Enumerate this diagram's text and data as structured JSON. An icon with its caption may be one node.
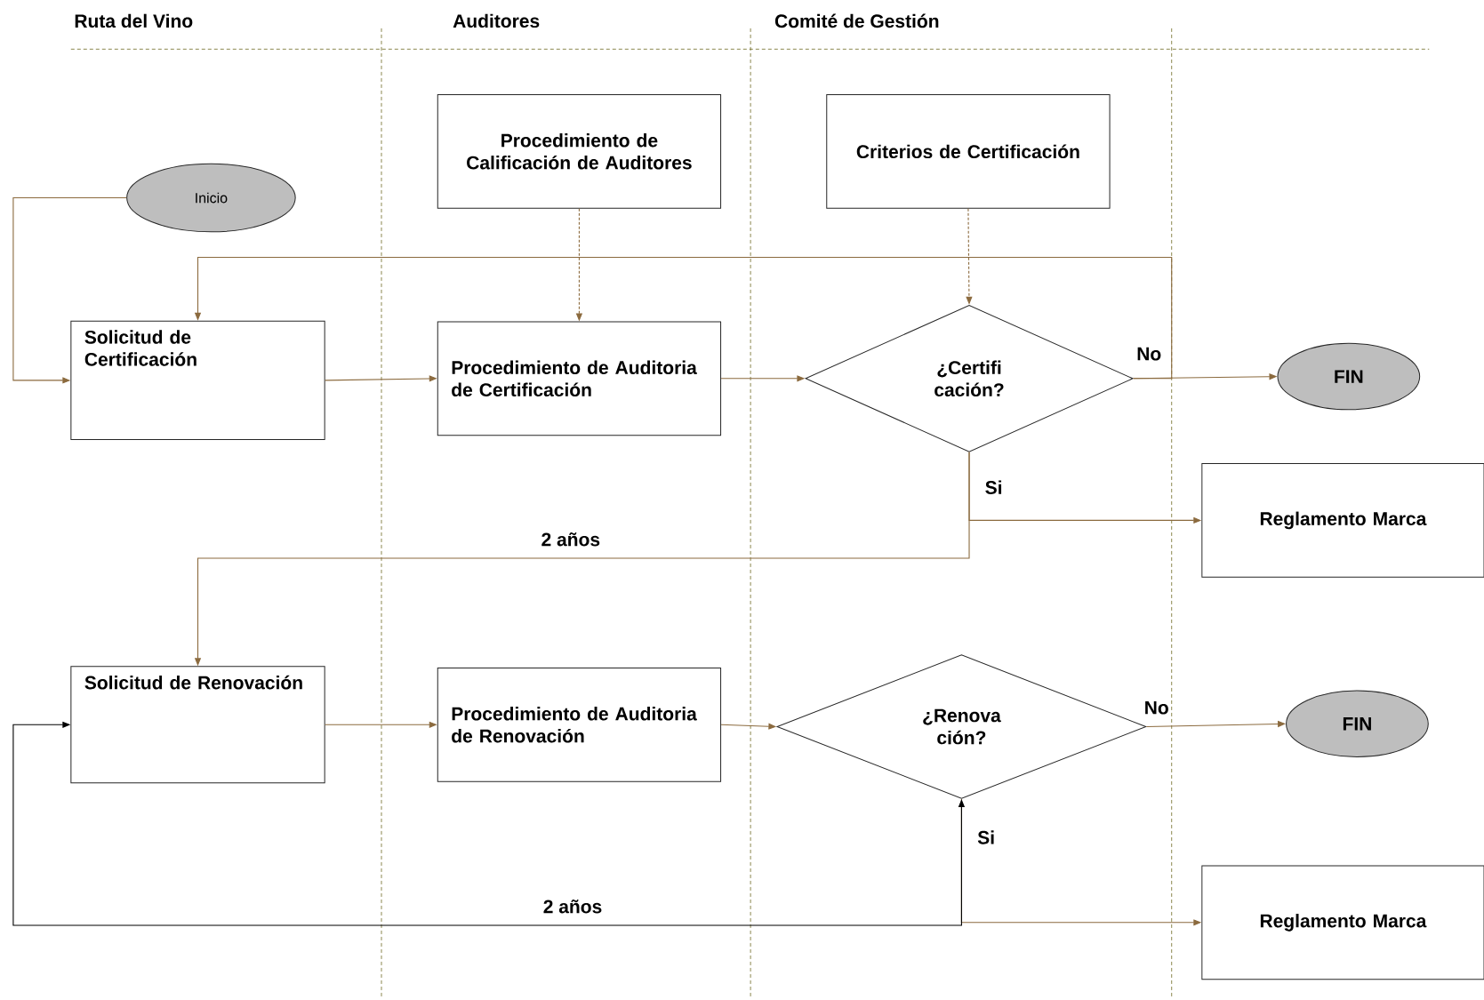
{
  "diagram": {
    "nodes": [
      {
        "text": [
          "Inicio"
        ]
      },
      {
        "text": [
          "Procedimiento de Calificación de Auditores"
        ]
      },
      {
        "text": [
          "Criterios de Certificación"
        ]
      },
      {
        "text": [
          "Solicitud de Certificación"
        ]
      },
      {
        "text": [
          "Procedimiento de Auditoria de Certificación"
        ]
      },
      {
        "text": [
          "¿Certifi cación?"
        ]
      },
      {
        "text": [
          "FIN"
        ]
      },
      {
        "text": [
          "Reglamento Marca"
        ]
      },
      {
        "text": [
          "Solicitud de Renovación"
        ]
      },
      {
        "text": [
          "Procedimiento de Auditoria de Renovación"
        ]
      },
      {
        "text": [
          "¿Renova ción?"
        ]
      },
      {
        "text": [
          "FIN"
        ]
      },
      {
        "text": [
          "Reglamento Marca"
        ]
      }
    ],
    "edges": [
      {
        "from": 0,
        "to": 3,
        "arrow": "to"
      },
      {
        "from": 1,
        "to": 4,
        "arrow": "to",
        "style": "dashed"
      },
      {
        "from": 2,
        "to": 5,
        "arrow": "to",
        "style": "dashed"
      },
      {
        "from": 3,
        "to": 4,
        "arrow": "to"
      },
      {
        "from": 4,
        "to": 5,
        "arrow": "to"
      },
      {
        "from": 5,
        "to": 6,
        "arrow": "to",
        "label": "No"
      },
      {
        "from": 5,
        "to": 3,
        "arrow": "to"
      },
      {
        "from": 5,
        "to": 7,
        "arrow": "to",
        "label": "Si"
      },
      {
        "from": 5,
        "to": 8,
        "arrow": "to",
        "label": "2 años"
      },
      {
        "from": 8,
        "to": 9,
        "arrow": "to"
      },
      {
        "from": 9,
        "to": 10,
        "arrow": "to"
      },
      {
        "from": 10,
        "to": 11,
        "arrow": "to",
        "label": "No"
      },
      {
        "from": 10,
        "to": 12,
        "arrow": "to",
        "label": "Si"
      },
      {
        "from": 10,
        "to": 8,
        "arrow": "both",
        "label": "2 años",
        "color": "#000000"
      }
    ],
    "labels": [
      "Ruta del Vino",
      "Auditores",
      "Comité de  Gestión"
    ]
  }
}
